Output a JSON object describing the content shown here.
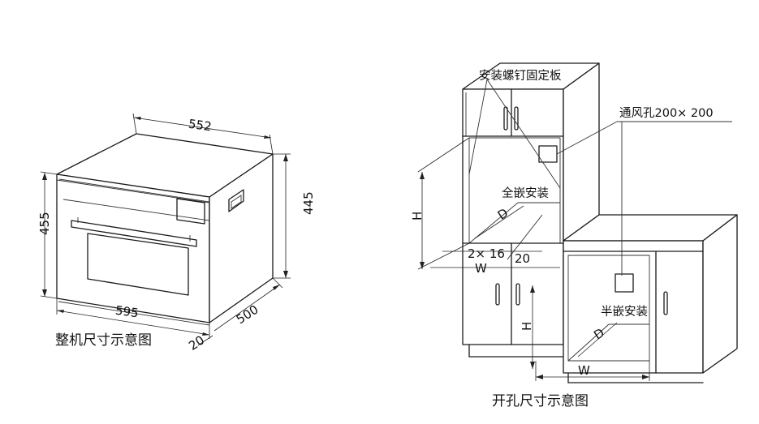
{
  "left_figure": {
    "caption": "整机尺寸示意图",
    "dim_width_top": "552",
    "dim_height_left": "455",
    "dim_height_right": "445",
    "dim_width_bottom": "595",
    "dim_depth": "500",
    "dim_front": "20"
  },
  "right_figure": {
    "caption": "开孔尺寸示意图",
    "label_plate": "安装螺钉固定板",
    "label_vent": "通风孔200× 200",
    "label_full": "全嵌安装",
    "label_half": "半嵌安装",
    "dim_h_upper": "H",
    "dim_d_upper": "D",
    "dim_w_upper": "W",
    "dim_2x16": "2× 16",
    "dim_20": "20",
    "dim_h_lower": "H",
    "dim_d_lower": "D",
    "dim_w_lower": "W"
  }
}
